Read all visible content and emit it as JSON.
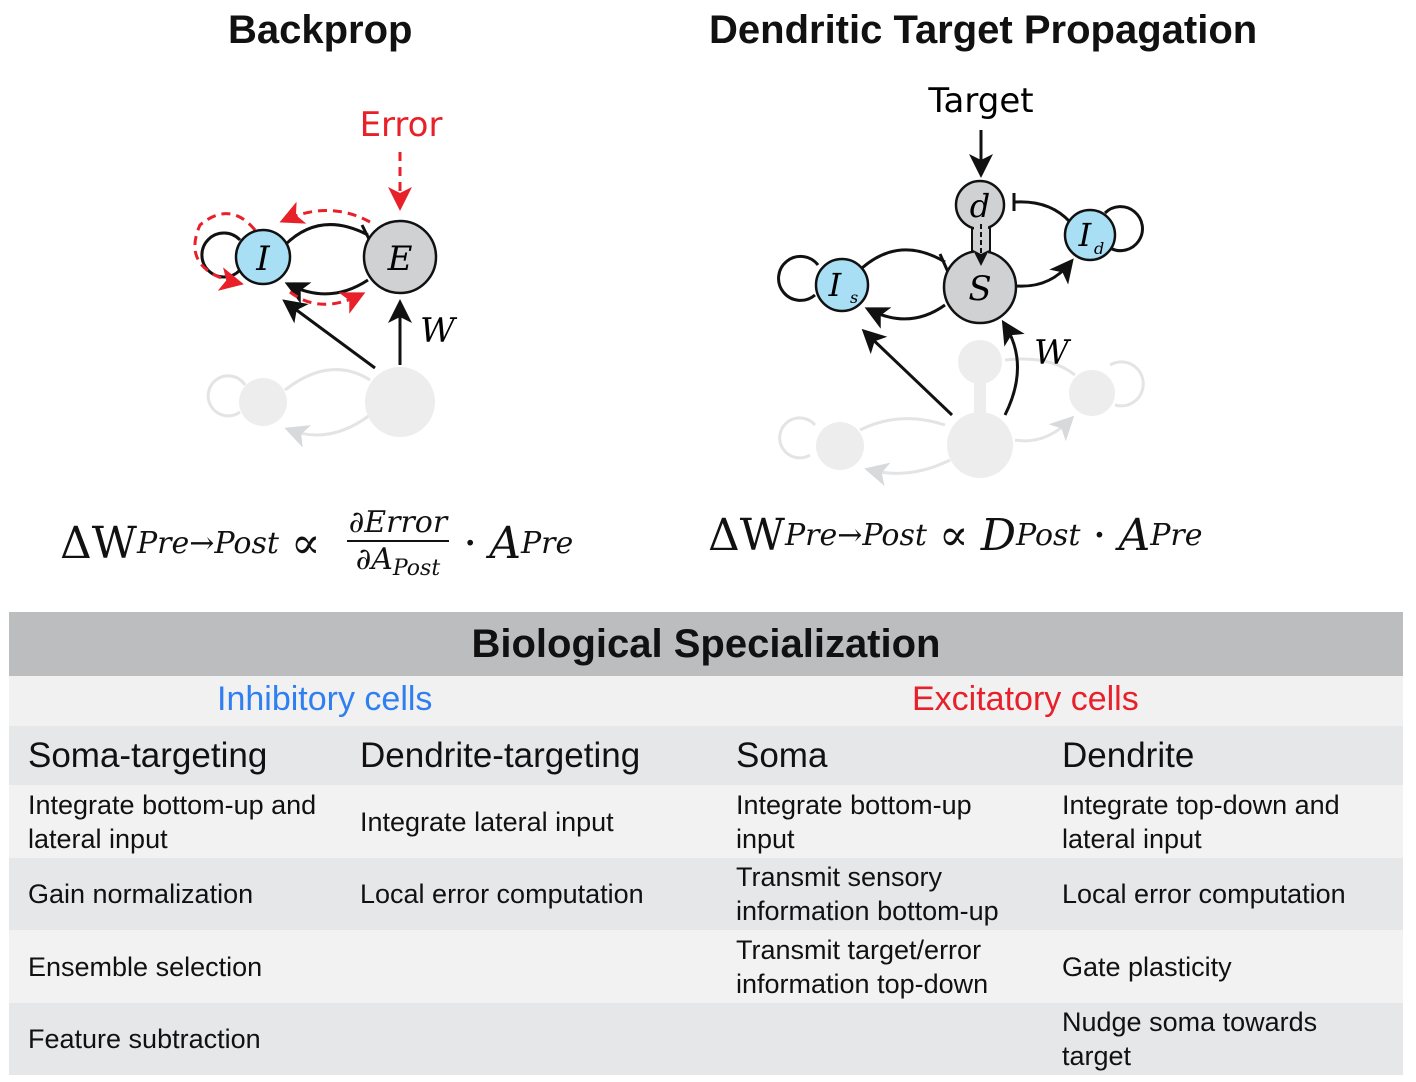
{
  "backprop": {
    "title": "Backprop",
    "error_label": "Error",
    "node_I": "I",
    "node_E": "E",
    "weight_label": "W",
    "equation": {
      "lhs": "ΔW",
      "lhs_sub": "Pre→Post",
      "prop": "∝",
      "frac_num": "∂Error",
      "frac_den": "∂A",
      "frac_den_sub": "Post",
      "dot": "·",
      "rhs": "A",
      "rhs_sub": "Pre"
    }
  },
  "dtp": {
    "title": "Dendritic Target Propagation",
    "target_label": "Target",
    "node_d": "d",
    "node_S": "S",
    "node_Is": "I",
    "node_Is_sub": "s",
    "node_Id": "I",
    "node_Id_sub": "d",
    "weight_label": "W",
    "equation": {
      "lhs": "ΔW",
      "lhs_sub": "Pre→Post",
      "prop": "∝",
      "d": "D",
      "d_sub": "Post",
      "dot": "·",
      "rhs": "A",
      "rhs_sub": "Pre"
    }
  },
  "colors": {
    "error": "#e8202a",
    "inhibitory": "#2f7ff0",
    "excitatory": "#e8202a",
    "i_node": "#a9dff5",
    "e_node": "#d0d1d3"
  },
  "table": {
    "title": "Biological Specialization",
    "groups": [
      "Inhibitory cells",
      "Excitatory cells"
    ],
    "columns": [
      "Soma-targeting",
      "Dendrite-targeting",
      "Soma",
      "Dendrite"
    ],
    "rows": [
      [
        "Integrate bottom-up and lateral input",
        "Integrate lateral input",
        "Integrate bottom-up input",
        "Integrate top-down and lateral input"
      ],
      [
        "Gain normalization",
        "Local error computation",
        "Transmit sensory information bottom-up",
        "Local error computation"
      ],
      [
        "Ensemble selection",
        "",
        "Transmit target/error information top-down",
        "Gate plasticity"
      ],
      [
        "Feature subtraction",
        "",
        "",
        "Nudge soma towards target"
      ]
    ]
  }
}
